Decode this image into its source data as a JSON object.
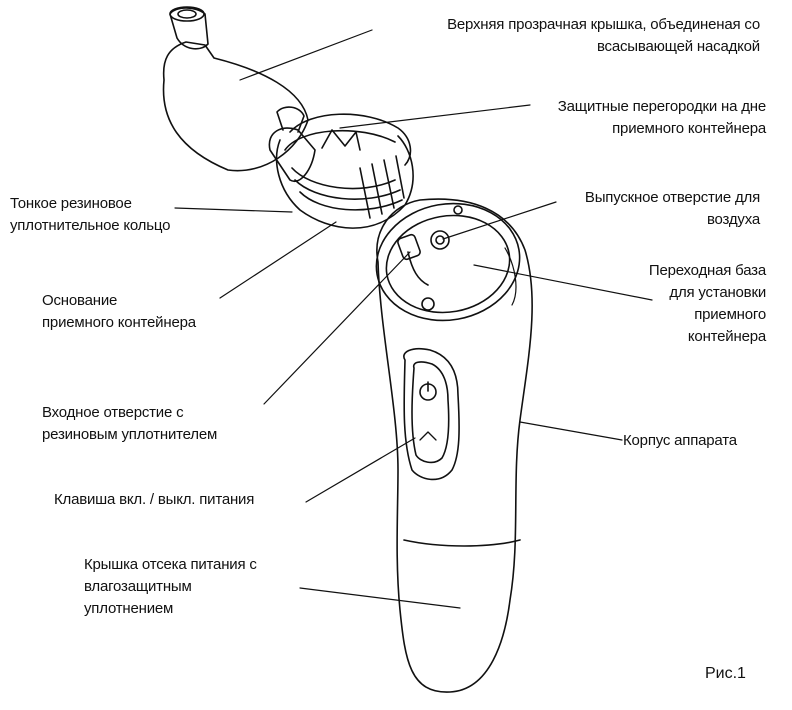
{
  "labels": {
    "top_cap": "Верхняя прозрачная крышка, объединеная со\nвсасывающей насадкой",
    "baffles": "Защитные перегородки на дне\nприемного контейнера",
    "ring": "Тонкое резиновое\nуплотнительное кольцо",
    "air_outlet": "Выпускное отверстие для\nвоздуха",
    "container_base": "Основание\nприемного контейнера",
    "adapter_base": "Переходная база\nдля установки\nприемного\nконтейнера",
    "inlet": "Входное отверстие с\nрезиновым уплотнителем",
    "body": "Корпус аппарата",
    "power_key": "Клавиша вкл. / выкл. питания",
    "battery_cover": "Крышка отсека питания с\nвлагозащитным\nуплотнением"
  },
  "figure_caption": "Рис.1",
  "colors": {
    "ink": "#111111",
    "paper": "#ffffff",
    "shade": "#bdbdbd"
  }
}
